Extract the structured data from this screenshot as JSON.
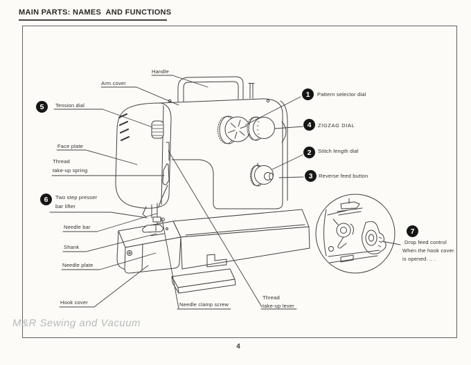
{
  "page": {
    "title": "MAIN PARTS: NAMES  AND FUNCTIONS",
    "page_number": "4",
    "watermark": "M&R Sewing and Vacuum"
  },
  "colors": {
    "line_art": "#3f3f3f",
    "title_underline": "#46403c",
    "frame_border": "#5f5f5f",
    "watermark": "#b7bbb8",
    "marker_bg": "#161616"
  },
  "markers": {
    "pattern": "1",
    "stitch": "2",
    "reverse": "3",
    "zigzag": "4",
    "tension": "5",
    "two_step": "6",
    "drop_feed": "7"
  },
  "labels": {
    "handle": "Handle",
    "arm_cover": "Arm cover",
    "tension_dial": "Tension dial",
    "face_plate": "Face plate",
    "thread_spring_line1": "Thread",
    "thread_spring_line2": "take-up spring",
    "two_step_line1": "Two step presser",
    "two_step_line2": "bar lifter",
    "needle_bar": "Needle bar",
    "shank": "Shank",
    "needle_plate": "Needle plate",
    "hook_cover": "Hook cover",
    "needle_clamp_screw": "Needle clamp screw",
    "thread_lever_line1": "Thread",
    "thread_lever_line2": "take-up lever",
    "pattern_selector_dial": "Pattern selector dial",
    "zigzag_dial": "ZIGZAG DIAL",
    "stitch_length_dial": "Stitch length dial",
    "reverse_feed_button": "Reverse feed button",
    "drop_feed_line1": "Drop feed control",
    "drop_feed_line2": "When the hook cover",
    "drop_feed_line3": "is opened. .. ."
  }
}
